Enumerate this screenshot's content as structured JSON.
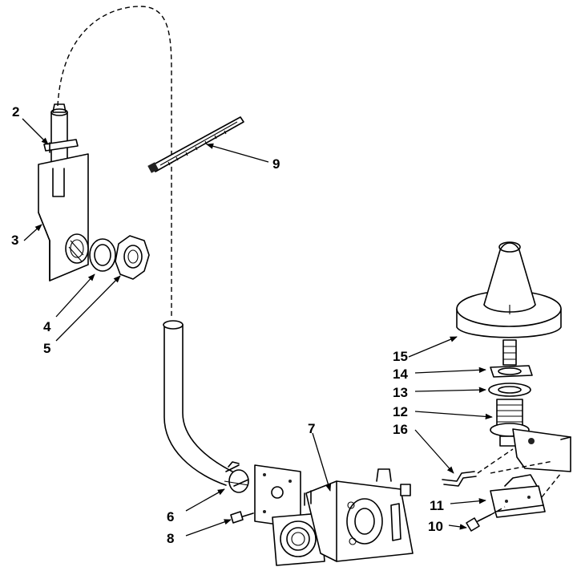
{
  "callouts": [
    {
      "id": "2",
      "text": "2"
    },
    {
      "id": "3",
      "text": "3"
    },
    {
      "id": "4",
      "text": "4"
    },
    {
      "id": "5",
      "text": "5"
    },
    {
      "id": "6",
      "text": "6"
    },
    {
      "id": "7",
      "text": "7"
    },
    {
      "id": "8",
      "text": "8"
    },
    {
      "id": "9",
      "text": "9"
    },
    {
      "id": "10",
      "text": "10"
    },
    {
      "id": "11",
      "text": "11"
    },
    {
      "id": "12",
      "text": "12"
    },
    {
      "id": "13",
      "text": "13"
    },
    {
      "id": "14",
      "text": "14"
    },
    {
      "id": "15",
      "text": "15"
    },
    {
      "id": "16",
      "text": "16"
    }
  ]
}
